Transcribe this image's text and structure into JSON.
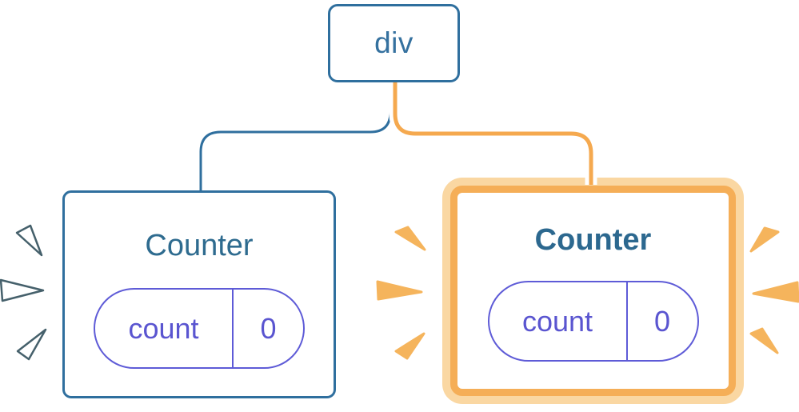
{
  "diagram": {
    "description": "React component tree diagram: a div root with two Counter children; the right Counter is highlighted as newly rendered",
    "root": {
      "label": "div"
    },
    "children": [
      {
        "title": "Counter",
        "state_key": "count",
        "state_value": "0",
        "highlighted": false
      },
      {
        "title": "Counter",
        "state_key": "count",
        "state_value": "0",
        "highlighted": true
      }
    ]
  },
  "icons": {
    "left_sparks": "emphasis-spark-icon (white wedge with dark outline), 3 rays pointing at left Counter",
    "right_sparks": "emphasis-spark-icon (solid orange wedge), 6 rays pointing at highlighted Counter"
  },
  "colors": {
    "blue": "#2F6F9E",
    "root_text": "#35719F",
    "title_blue": "#2E6B8F",
    "title_blue_bold": "#2C688F",
    "purple": "#5E5BD7",
    "purple_text": "#5A55D0",
    "orange": "#F5A94F",
    "orange_light": "#FAD7A2",
    "orange_dark": "#F5AE57",
    "orange_spark": "#F5B45C",
    "spark_outline": "#45606B",
    "box_bg": "#FFFFFF",
    "bg": "#FFFFFF"
  }
}
